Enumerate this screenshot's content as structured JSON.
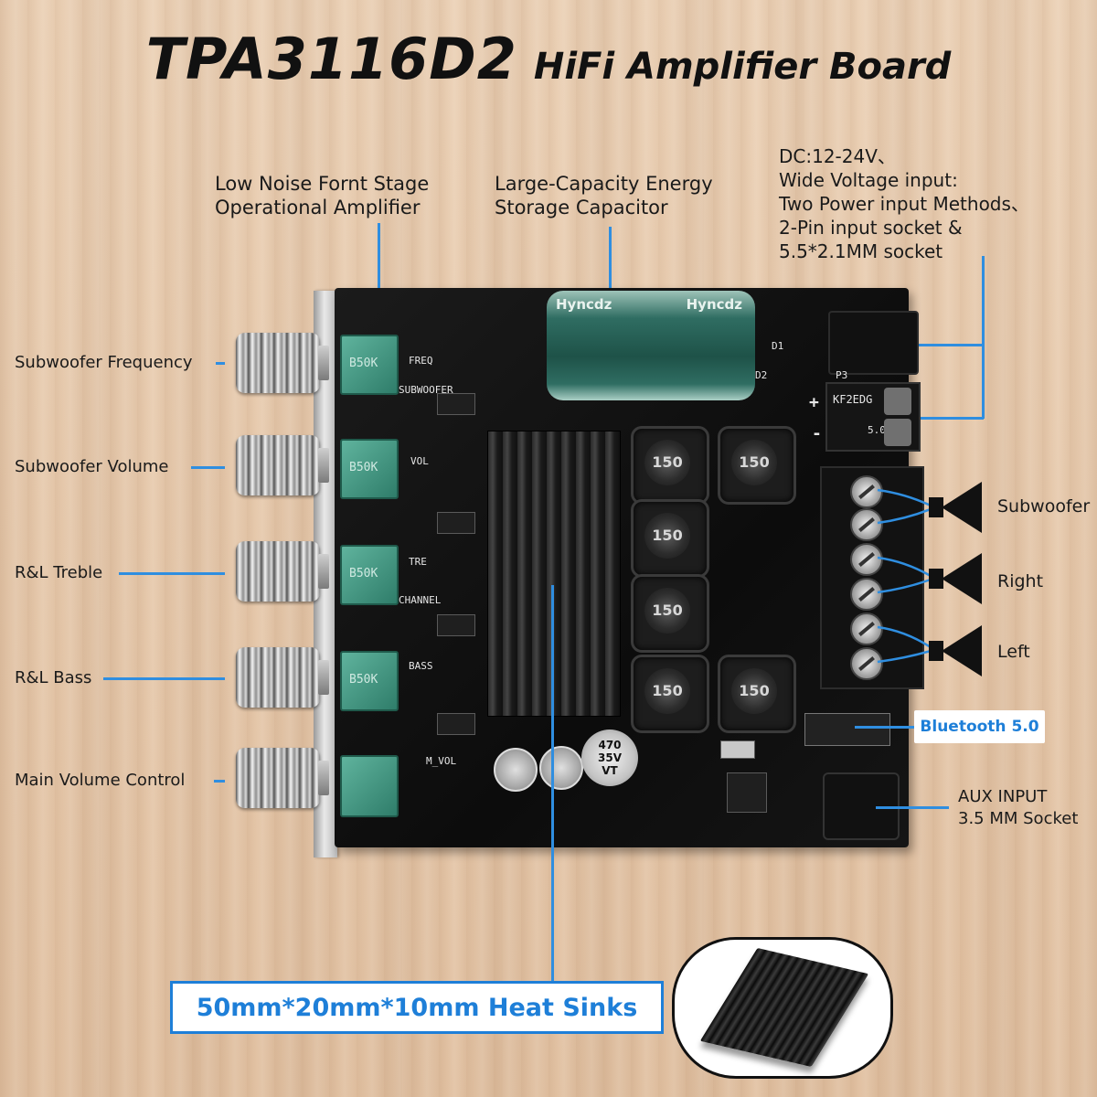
{
  "title": {
    "model": "TPA3116D2",
    "subtitle": "HiFi Amplifier Board"
  },
  "left_labels": {
    "sub_freq": "Subwoofer Frequency",
    "sub_vol": "Subwoofer Volume",
    "treble": "R&L Treble",
    "bass": "R&L Bass",
    "main_vol": "Main Volume Control"
  },
  "top_labels": {
    "opamp_line1": "Low Noise Fornt Stage",
    "opamp_line2": "Operational Amplifier",
    "cap_line1": "Large-Capacity Energy",
    "cap_line2": "Storage Capacitor",
    "power_line1": "DC:12-24V、",
    "power_line2": "Wide Voltage input:",
    "power_line3": "Two Power input Methods、",
    "power_line4": "2-Pin input socket &",
    "power_line5": "5.5*2.1MM socket"
  },
  "right_labels": {
    "subwoofer": "Subwoofer",
    "right": "Right",
    "left": "Left",
    "bluetooth": "Bluetooth 5.0",
    "aux_line1": "AUX INPUT",
    "aux_line2": "3.5 MM Socket"
  },
  "bottom": {
    "heatsink_label": "50mm*20mm*10mm Heat Sinks"
  },
  "board": {
    "pot_marking": "B50K",
    "silk_freq": "FREQ",
    "silk_subwoofer": "SUBWOOFER",
    "silk_vol": "VOL",
    "silk_tre": "TRE",
    "silk_channel": "CHANNEL",
    "silk_bass": "BASS",
    "silk_mvol": "M_VOL",
    "inductor_marking": "150",
    "capacitor_brand": "Hyncdz",
    "cap_470_l1": "470",
    "cap_470_l2": "35V",
    "cap_470_l3": "VT",
    "terminal_marking": "KF2EDG",
    "terminal_pitch": "5.08",
    "silk_p3": "P3",
    "silk_d1": "D1",
    "silk_d2": "D2",
    "silk_plus": "+",
    "silk_minus": "-"
  },
  "colors": {
    "accent_blue": "#2f8ee0",
    "label_text": "#1a1a1a",
    "pcb": "#111111",
    "pot_green": "#3f9884"
  }
}
